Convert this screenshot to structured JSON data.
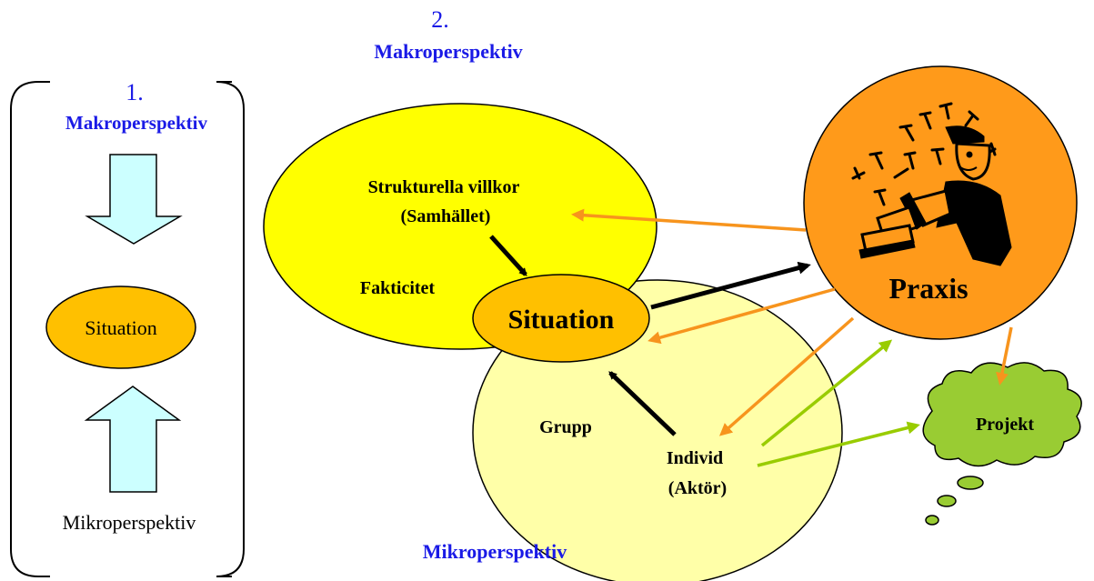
{
  "panel1": {
    "number": "1.",
    "top_label": "Makroperspektiv",
    "center_label": "Situation",
    "bottom_label": "Mikroperspektiv"
  },
  "panel2": {
    "number": "2.",
    "top_label": "Makroperspektiv",
    "bottom_label": "Mikroperspektiv",
    "structural_line1": "Strukturella villkor",
    "structural_line2": "(Samhället)",
    "fakticitet": "Fakticitet",
    "situation": "Situation",
    "grupp": "Grupp",
    "individ_line1": "Individ",
    "individ_line2": "(Aktör)",
    "praxis": "Praxis",
    "projekt": "Projekt"
  },
  "colors": {
    "label_blue": "#1a1ae6",
    "big_ellipse_yellow": "#ffff00",
    "small_ellipse_pale": "#ffffa8",
    "situation_orange": "#ffc000",
    "praxis_orange": "#ff9a1a",
    "arrow_orange": "#f7941d",
    "arrow_green": "#99cc00",
    "projekt_green": "#99cc33",
    "block_arrow_fill": "#ccffff"
  },
  "icons": {
    "praxis_figure": "worker-hammering-icon"
  }
}
